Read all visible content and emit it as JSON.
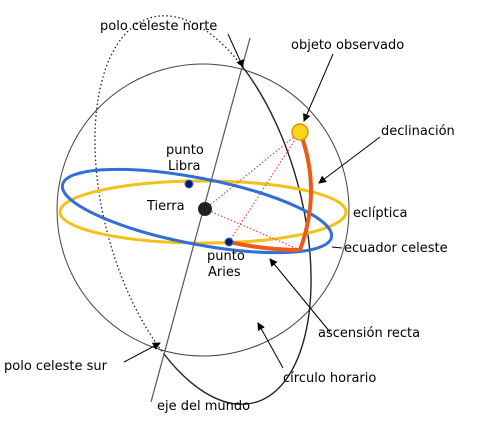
{
  "labels": {
    "north_pole": "polo celeste norte",
    "observed_object": "objeto observado",
    "declination": "declinación",
    "libra_line1": "punto",
    "libra_line2": "Libra",
    "earth": "Tierra",
    "ecliptic": "eclíptica",
    "aries_line1": "punto",
    "aries_line2": "Aries",
    "celestial_equator": "ecuador celeste",
    "right_ascension": "ascensión recta",
    "south_pole": "polo celeste sur",
    "hour_circle": "círculo horario",
    "world_axis": "eje del mundo"
  },
  "colors": {
    "equator": "#2f6fd6",
    "ecliptic": "#f2c21b",
    "arc": "#ef5a12",
    "guide": "#e23a3a",
    "object": "#ffd21f",
    "outline": "#444444"
  }
}
